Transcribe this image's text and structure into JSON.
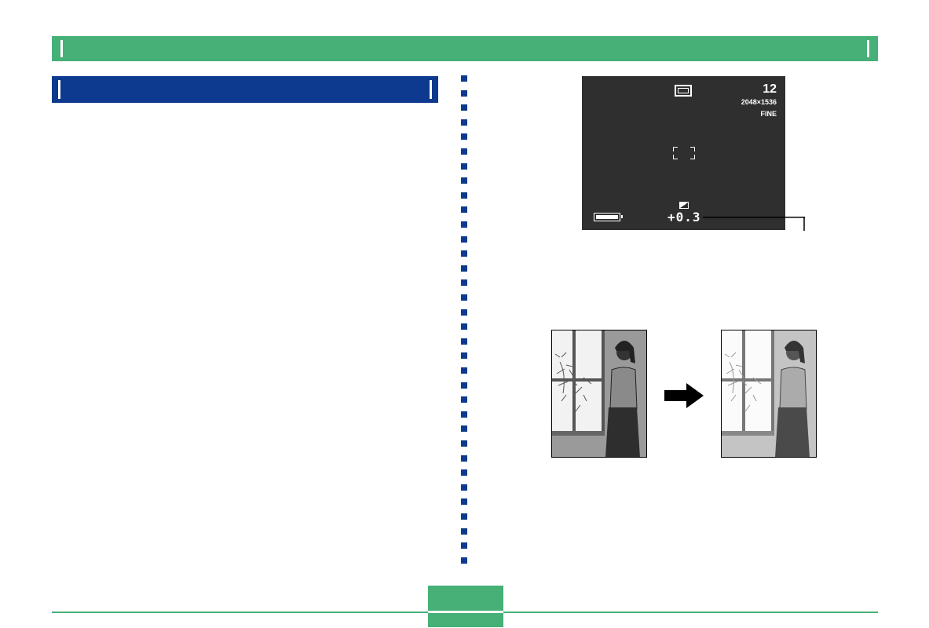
{
  "colors": {
    "header_green": "#46b077",
    "section_blue": "#0d3a8f",
    "lcd_background": "#2f2f2f"
  },
  "lcd": {
    "shots_remaining": "12",
    "resolution": "2048×1536",
    "quality": "FINE",
    "ev_value": "+0.3",
    "icons": [
      "single-shot-mode-icon",
      "focus-frame-icon",
      "ev-shift-icon",
      "battery-icon"
    ]
  },
  "example_images": {
    "before": "photo-woman-by-window-darker",
    "after": "photo-woman-by-window-brighter",
    "arrow_icon": "right-arrow-icon"
  }
}
